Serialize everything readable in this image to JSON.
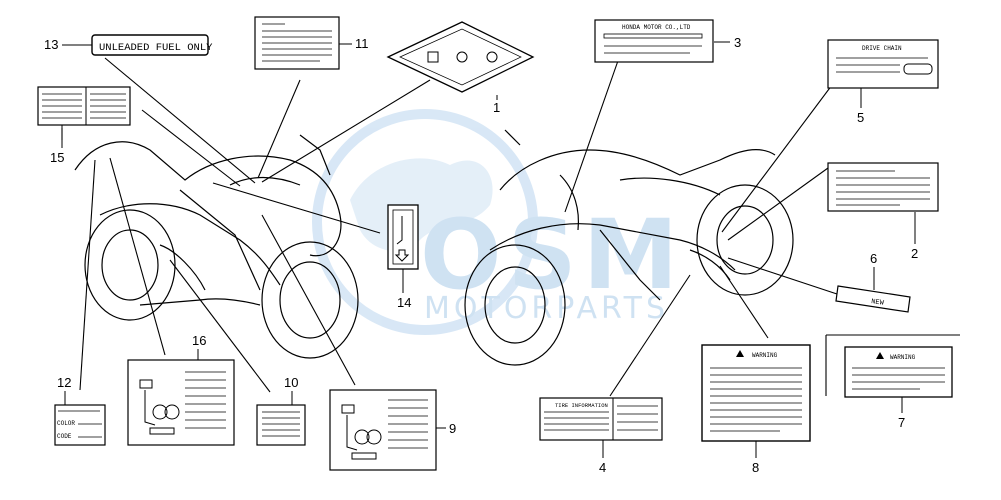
{
  "watermark": {
    "brand": "OSM",
    "sub": "MOTORPARTS",
    "color": "#9dc3e8"
  },
  "labels": {
    "unleaded": "UNLEADED FUEL ONLY",
    "drive_chain": "DRIVE CHAIN",
    "tire_info": "TIRE INFORMATION",
    "warning_8": "WARNING",
    "warning_7": "WARNING",
    "new": "NEW",
    "color": "COLOR",
    "code": "CODE",
    "honda": "HONDA MOTOR CO.,LTD"
  },
  "callouts": [
    "1",
    "2",
    "3",
    "4",
    "5",
    "6",
    "7",
    "8",
    "9",
    "10",
    "11",
    "12",
    "13",
    "14",
    "15",
    "16"
  ]
}
